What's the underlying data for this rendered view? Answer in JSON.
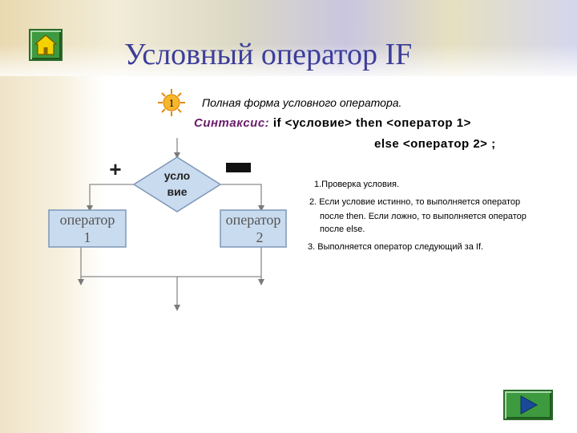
{
  "slide": {
    "title": "Условный оператор  IF",
    "step_number": "1",
    "full_form_text": "Полная форма условного оператора.",
    "syntax_label": "Синтаксис:",
    "syntax_text": " if <условие>  then <оператор 1>",
    "else_text": "else <оператор 2> ;"
  },
  "flowchart": {
    "plus_label": "+",
    "condition_line1": "усло",
    "condition_line2": "вие",
    "operator1_line1": "оператор",
    "operator1_line2": "1",
    "operator2_line1": "оператор",
    "operator2_line2": "2"
  },
  "steps": {
    "s1": "1.Проверка условия.",
    "s2a": "2. Если условие истинно, то выполняется оператор",
    "s2b": "после then. Если ложно, то выполняется оператор",
    "s2c": "после else.",
    "s3": "3. Выполняется оператор следующий за If."
  },
  "nav": {
    "home_icon": "house-icon",
    "next_icon": "play-arrow-icon"
  },
  "colors": {
    "title": "#3c3e9a",
    "box_fill": "#c9dbee",
    "box_border": "#7d97b8",
    "nav_green": "#3e9a3e",
    "sun": "#f4a320"
  }
}
